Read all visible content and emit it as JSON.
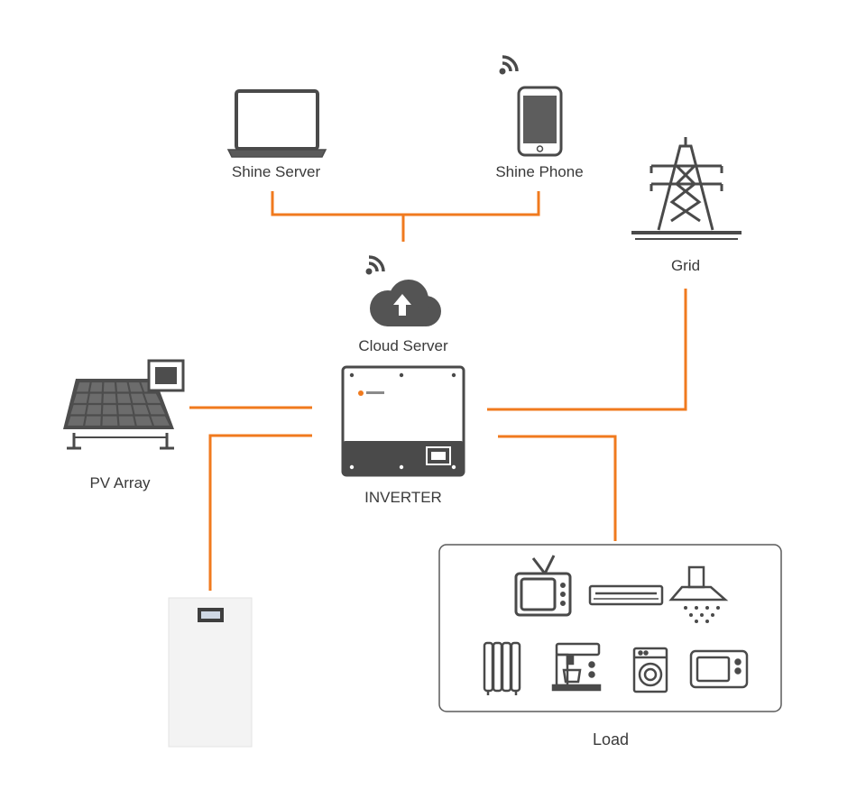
{
  "nodes": {
    "shine_server": {
      "label": "Shine Server",
      "icon": "laptop-icon"
    },
    "shine_phone": {
      "label": "Shine Phone",
      "icon": "phone-icon"
    },
    "grid": {
      "label": "Grid",
      "icon": "transmission-tower-icon"
    },
    "cloud_server": {
      "label": "Cloud Server",
      "icon": "cloud-upload-icon"
    },
    "pv_array": {
      "label": "PV Array",
      "icon": "solar-panel-icon"
    },
    "inverter": {
      "label": "INVERTER",
      "icon": "inverter-icon"
    },
    "battery": {
      "label": "",
      "icon": "battery-icon"
    },
    "load": {
      "label": "Load",
      "appliances": [
        "tv-icon",
        "air-conditioner-icon",
        "range-hood-icon",
        "heater-icon",
        "coffee-machine-icon",
        "washing-machine-icon",
        "microwave-icon"
      ]
    }
  },
  "colors": {
    "connector": "#f07a1e",
    "icon": "#454545",
    "text": "#3a3a3a"
  }
}
